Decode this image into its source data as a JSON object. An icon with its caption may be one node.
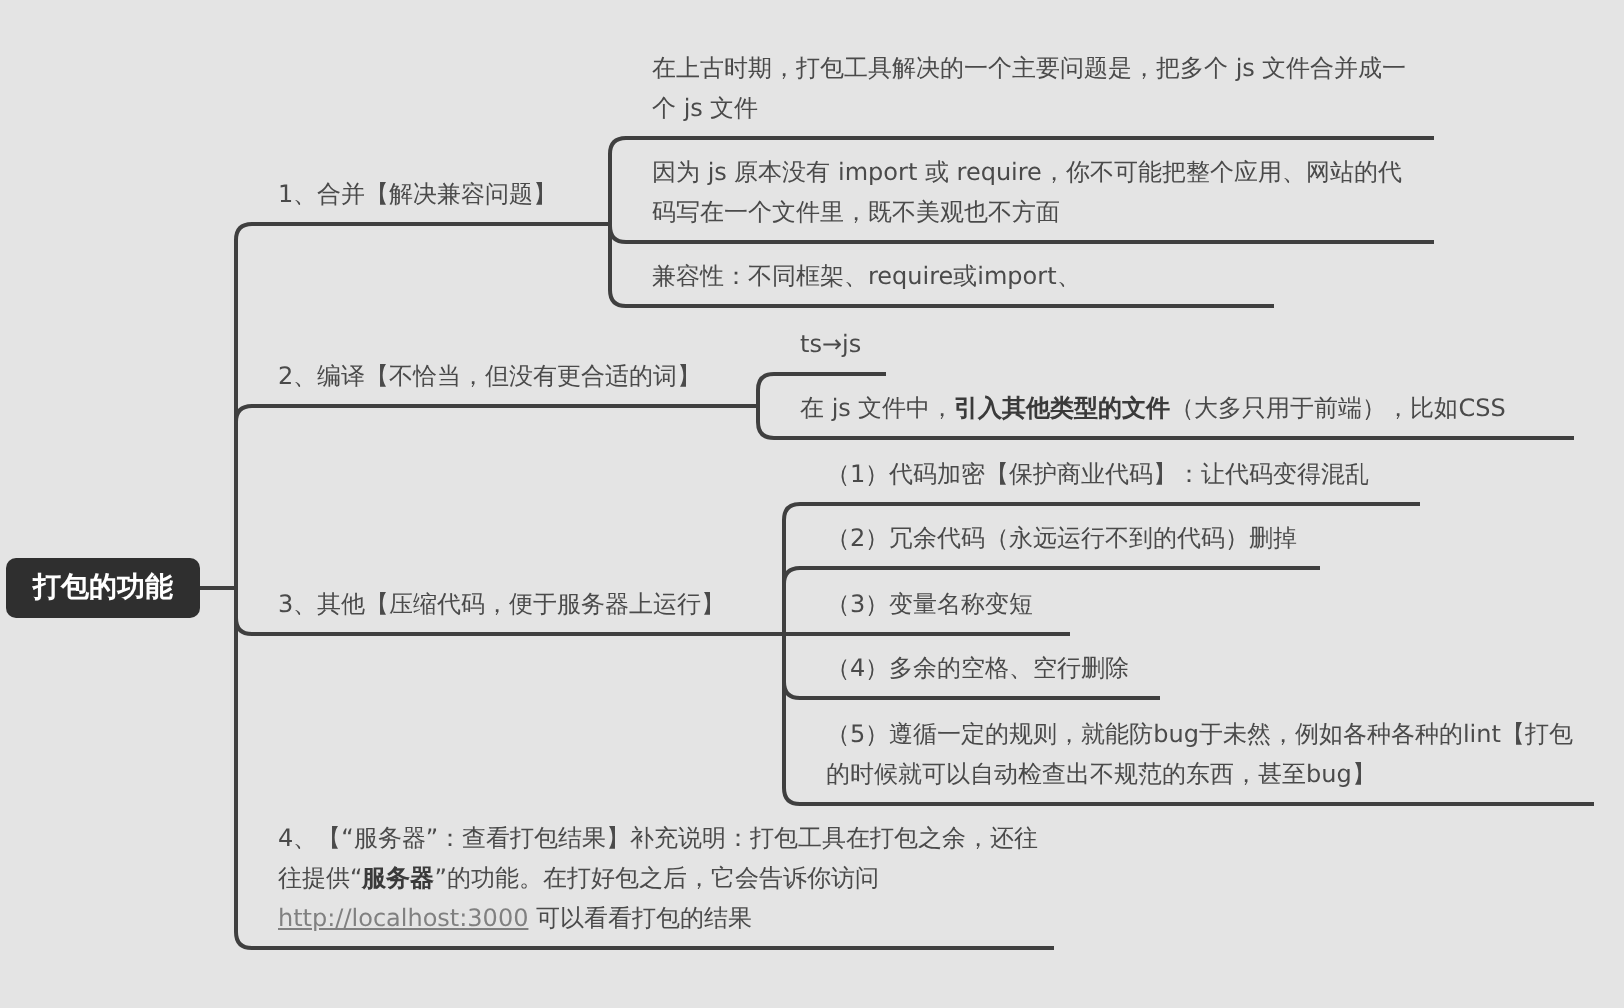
{
  "diagram": {
    "nodes": [
      {
        "text": [
          "打包的功能"
        ]
      },
      {
        "text": [
          "1、合并【解决兼容问题】"
        ]
      },
      {
        "text": [
          "在上古时期，打包工具解决的一个主要问题是，把多个 js 文件合并成一个 js 文件"
        ]
      },
      {
        "text": [
          "因为 js 原本没有 import 或 require，你不可能把整个应用、网站的代码写在一个文件里，既不美观也不方面"
        ]
      },
      {
        "text": [
          "兼容性：不同框架、require或import、"
        ]
      },
      {
        "text": [
          "2、编译【不恰当，但没有更合适的词】"
        ]
      },
      {
        "text": [
          "ts→js"
        ]
      },
      {
        "text": [
          "在 js 文件中，**引入其他类型的文件**（大多只用于前端），比如CSS"
        ]
      },
      {
        "text": [
          "3、其他【压缩代码，便于服务器上运行】"
        ]
      },
      {
        "text": [
          "（1）代码加密【保护商业代码】：让代码变得混乱"
        ]
      },
      {
        "text": [
          "（2）冗余代码（永远运行不到的代码）删掉"
        ]
      },
      {
        "text": [
          "（3）变量名称变短"
        ]
      },
      {
        "text": [
          "（4）多余的空格、空行删除"
        ]
      },
      {
        "text": [
          "（5）遵循一定的规则，就能防bug于未然，例如各种各种的lint【打包的时候就可以自动检查出不规范的东西，甚至bug】"
        ]
      },
      {
        "text": [
          "4、【“服务器”：查看打包结果】补充说明：打包工具在打包之余，还往往提供“**服务器**”的功能。在打好包之后，它会告诉你访问 http://localhost:3000 可以看看打包的结果"
        ]
      }
    ],
    "edges": [
      {
        "from": 0,
        "to": 1,
        "arrow": "none"
      },
      {
        "from": 1,
        "to": 2,
        "arrow": "none"
      },
      {
        "from": 1,
        "to": 3,
        "arrow": "none"
      },
      {
        "from": 1,
        "to": 4,
        "arrow": "none"
      },
      {
        "from": 0,
        "to": 5,
        "arrow": "none"
      },
      {
        "from": 5,
        "to": 6,
        "arrow": "none"
      },
      {
        "from": 5,
        "to": 7,
        "arrow": "none"
      },
      {
        "from": 0,
        "to": 8,
        "arrow": "none"
      },
      {
        "from": 8,
        "to": 9,
        "arrow": "none"
      },
      {
        "from": 8,
        "to": 10,
        "arrow": "none"
      },
      {
        "from": 8,
        "to": 11,
        "arrow": "none"
      },
      {
        "from": 8,
        "to": 12,
        "arrow": "none"
      },
      {
        "from": 8,
        "to": 13,
        "arrow": "none"
      },
      {
        "from": 0,
        "to": 14,
        "arrow": "none"
      }
    ]
  }
}
